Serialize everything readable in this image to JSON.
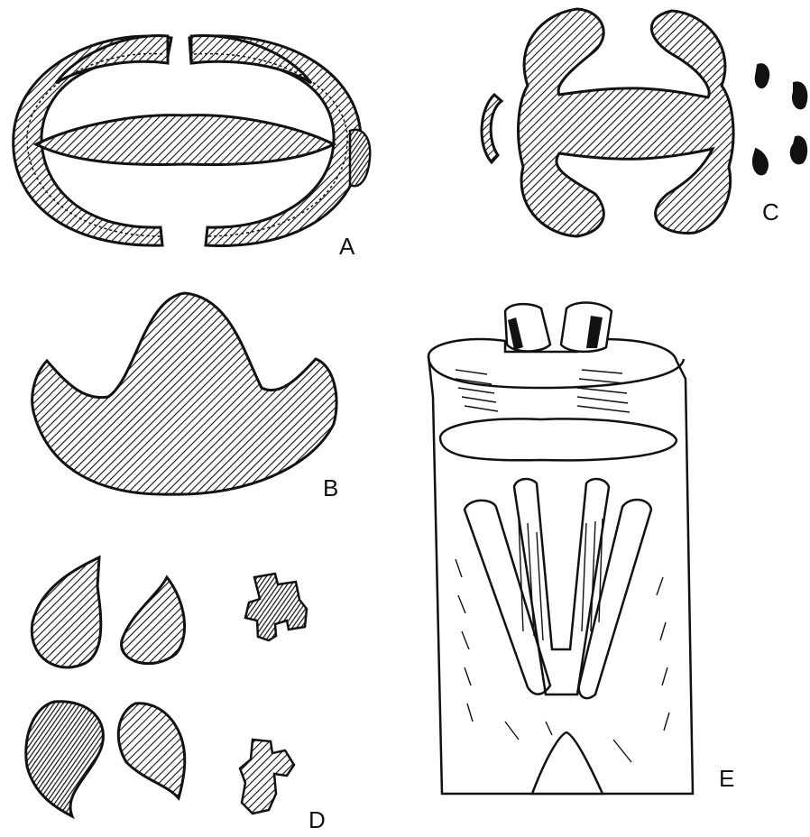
{
  "figure": {
    "panels": [
      {
        "id": "A",
        "label": "A"
      },
      {
        "id": "B",
        "label": "B"
      },
      {
        "id": "C",
        "label": "C"
      },
      {
        "id": "D",
        "label": "D"
      },
      {
        "id": "E",
        "label": "E"
      }
    ]
  },
  "colors": {
    "ink": "#111111",
    "paper": "#ffffff",
    "shade": "#555555"
  }
}
